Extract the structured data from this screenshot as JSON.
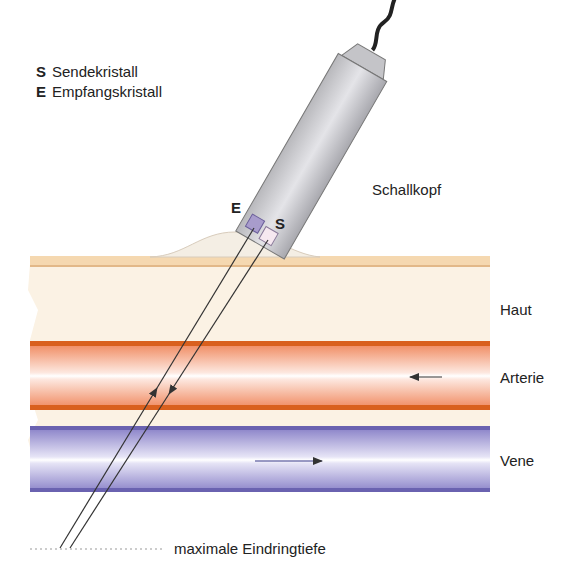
{
  "diagram": {
    "labels": [
      "S",
      "Sendekristall",
      "E",
      "Empfangskristall",
      "Schallkopf",
      "E",
      "S",
      "Haut",
      "Arterie",
      "Vene",
      "maximale Eindringtiefe"
    ]
  }
}
